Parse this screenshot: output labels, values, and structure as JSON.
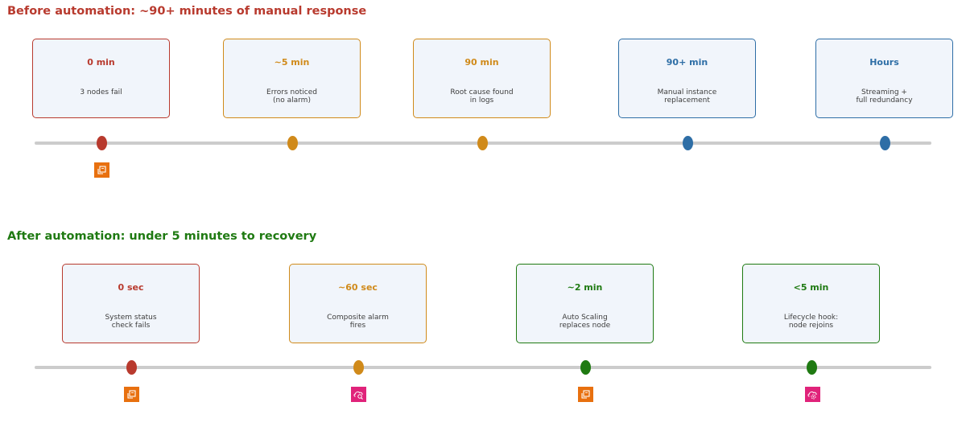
{
  "before": {
    "title": "Before automation: ~90+ minutes of manual response",
    "title_color": "#b83a2e",
    "events": [
      {
        "time": "0 min",
        "desc": "3 nodes fail",
        "color": "#b83a2e",
        "icon": "ec2-instances-icon",
        "icon_color": "#e8700f"
      },
      {
        "time": "~5 min",
        "desc": "Errors noticed\n(no alarm)",
        "color": "#d08a1a"
      },
      {
        "time": "90 min",
        "desc": "Root cause found\nin logs",
        "color": "#d08a1a"
      },
      {
        "time": "90+ min",
        "desc": "Manual instance\nreplacement",
        "color": "#2e6ea6"
      },
      {
        "time": "Hours",
        "desc": "Streaming +\nfull redundancy",
        "color": "#2e6ea6"
      }
    ]
  },
  "after": {
    "title": "After automation: under 5 minutes to recovery",
    "title_color": "#1f7a12",
    "events": [
      {
        "time": "0 sec",
        "desc": "System status\ncheck fails",
        "color": "#b83a2e",
        "icon": "ec2-instances-icon",
        "icon_color": "#e8700f"
      },
      {
        "time": "~60 sec",
        "desc": "Composite alarm\nfires",
        "color": "#d08a1a",
        "icon": "cloudwatch-alarm-icon",
        "icon_color": "#e0237a"
      },
      {
        "time": "~2 min",
        "desc": "Auto Scaling\nreplaces node",
        "color": "#1f7a12",
        "icon": "ec2-instances-icon",
        "icon_color": "#e8700f"
      },
      {
        "time": "<5 min",
        "desc": "Lifecycle hook:\nnode rejoins",
        "color": "#1f7a12",
        "icon": "cloudwatch-settings-icon",
        "icon_color": "#e0237a"
      }
    ]
  }
}
